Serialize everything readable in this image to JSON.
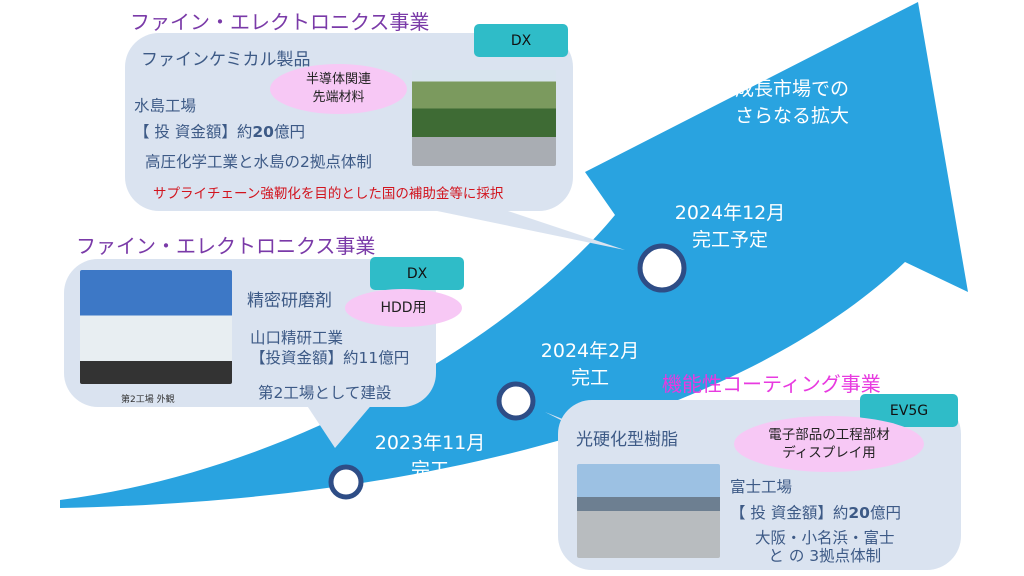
{
  "colors": {
    "arrow": "#29a3e0",
    "card": "#dae3f0",
    "tag": "#2fbcc8",
    "oval": "#f7c8f5",
    "purple": "#7a3aa8",
    "magenta": "#e83ae0",
    "red": "#d2141e"
  },
  "arrow_text": {
    "line1": "成長市場での",
    "line2": "さらなる拡大"
  },
  "milestones": [
    {
      "date": "2023年11月",
      "status": "完工"
    },
    {
      "date": "2024年2月",
      "status": "完工"
    },
    {
      "date": "2024年12月",
      "status": "完工予定"
    }
  ],
  "card_top": {
    "section": "ファイン・エレクトロニクス事業",
    "tag": "DX",
    "product": "ファインケミカル製品",
    "oval": [
      "半導体関連",
      "先端材料"
    ],
    "plant": "水島工場",
    "investment_label": "【 投 資金額】約",
    "investment_value": "20",
    "investment_unit": "億円",
    "note": "高圧化学工業と水島の2拠点体制",
    "subsidy": "サプライチェーン強靭化を目的とした国の補助金等に採択"
  },
  "card_mid": {
    "section": "ファイン・エレクトロニクス事業",
    "tag": "DX",
    "product": "精密研磨剤",
    "oval": [
      "HDD用"
    ],
    "plant": "山口精研工業",
    "investment": "【投資金額】約11億円",
    "note": "第2工場として建設",
    "caption": "第2工場 外観"
  },
  "card_bot": {
    "section": "機能性コーティング事業",
    "tag": "EV5G",
    "product": "光硬化型樹脂",
    "oval": [
      "電子部品の工程部材",
      "ディスプレイ用"
    ],
    "plant": "富士工場",
    "investment_label": "【 投 資金額】約",
    "investment_value": "20",
    "investment_unit": "億円",
    "note1": "大阪・小名浜・富士",
    "note2": "と の 3拠点体制"
  }
}
